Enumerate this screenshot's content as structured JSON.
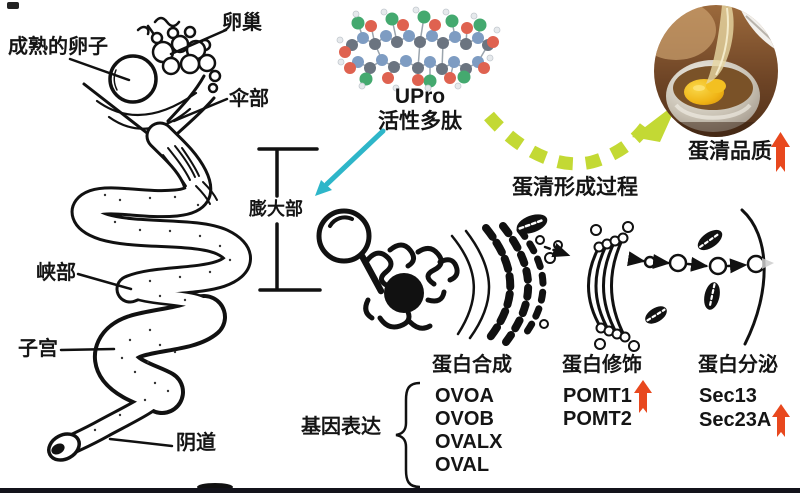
{
  "figure": {
    "description_labels": {
      "flow_label": "蛋清形成过程",
      "quality_label": "蛋清品质"
    }
  },
  "colors": {
    "accent_cyan": "#2eb6c9",
    "process_green": "#c3d934",
    "highlight_red": "#e8481e",
    "ink": "#151515"
  },
  "anatomy": {
    "labels": {
      "mature_egg": "成熟的卵子",
      "ovary": "卵巢",
      "infundibulum": "伞部",
      "magnum": "膨大部",
      "isthmus": "峡部",
      "uterus": "子宫",
      "vagina": "阴道"
    }
  },
  "molecule": {
    "name": "UPro",
    "desc": "活性多肽"
  },
  "expression": {
    "label": "基因表达",
    "stages": [
      {
        "title": "蛋白合成",
        "genes": [
          "OVOA",
          "OVOB",
          "OVALX",
          "OVAL"
        ]
      },
      {
        "title": "蛋白修饰",
        "genes": [
          "POMT1",
          "POMT2"
        ],
        "up_gene": "POMT1"
      },
      {
        "title": "蛋白分泌",
        "genes": [
          "Sec13",
          "Sec23A"
        ],
        "up_gene": "Sec23A"
      }
    ]
  }
}
